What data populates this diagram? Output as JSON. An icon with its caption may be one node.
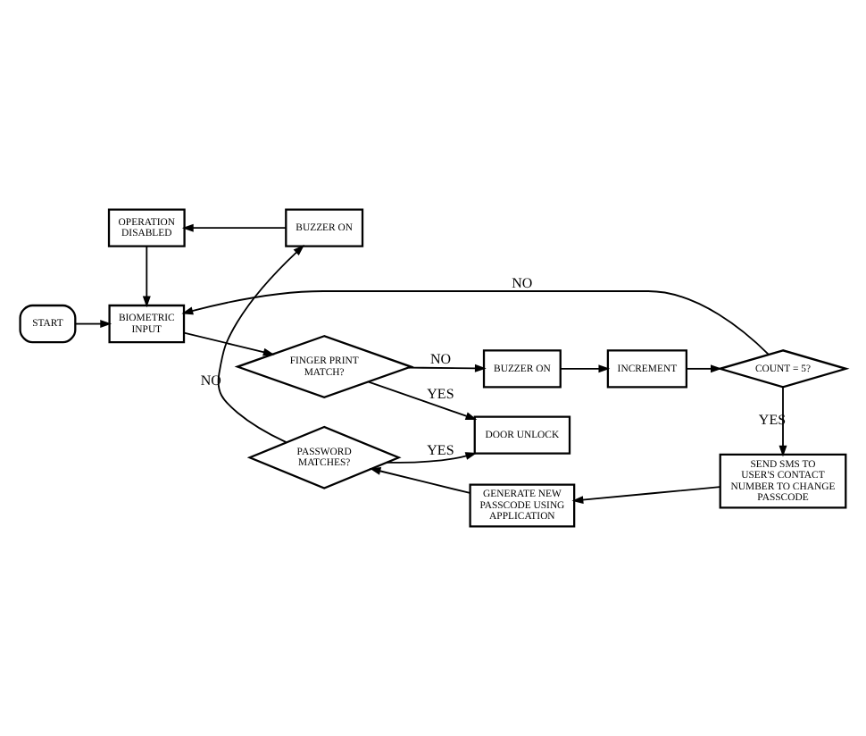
{
  "diagram": {
    "nodes": [
      {
        "text": [
          "START"
        ]
      },
      {
        "text": [
          "BIOMETRIC INPUT"
        ]
      },
      {
        "text": [
          "FINGER PRINT MATCH?"
        ]
      },
      {
        "text": [
          "DOOR UNLOCK"
        ]
      },
      {
        "text": [
          "BUZZER ON"
        ]
      },
      {
        "text": [
          "INCREMENT"
        ]
      },
      {
        "text": [
          "COUNT = 5?"
        ]
      },
      {
        "text": [
          "SEND SMS TO USER'S CONTACT NUMBER TO CHANGE PASSCODE"
        ]
      },
      {
        "text": [
          "GENERATE NEW PASSCODE USING APPLICATION"
        ]
      },
      {
        "text": [
          "PASSWORD MATCHES?"
        ]
      },
      {
        "text": [
          "OPERATION DISABLED"
        ]
      },
      {
        "text": [
          "BUZZER ON"
        ]
      }
    ],
    "edges": [
      {
        "from": 0,
        "to": 1,
        "arrow": "to"
      },
      {
        "from": 1,
        "to": 2,
        "arrow": "to"
      },
      {
        "from": 2,
        "to": 3,
        "arrow": "to",
        "label": "YES"
      },
      {
        "from": 2,
        "to": 4,
        "arrow": "to",
        "label": "NO"
      },
      {
        "from": 4,
        "to": 5,
        "arrow": "to"
      },
      {
        "from": 5,
        "to": 6,
        "arrow": "to"
      },
      {
        "from": 6,
        "to": 1,
        "arrow": "to",
        "label": "NO"
      },
      {
        "from": 6,
        "to": 7,
        "arrow": "to",
        "label": "YES"
      },
      {
        "from": 7,
        "to": 8,
        "arrow": "to"
      },
      {
        "from": 8,
        "to": 9,
        "arrow": "to"
      },
      {
        "from": 9,
        "to": 3,
        "arrow": "to",
        "label": "YES"
      },
      {
        "from": 9,
        "to": 11,
        "arrow": "to",
        "label": "NO"
      },
      {
        "from": 11,
        "to": 10,
        "arrow": "to"
      },
      {
        "from": 10,
        "to": 1,
        "arrow": "to"
      }
    ]
  }
}
